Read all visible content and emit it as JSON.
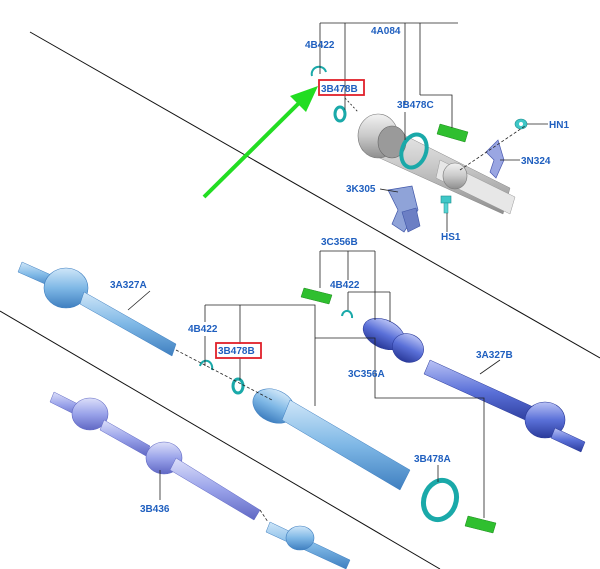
{
  "colors": {
    "label_blue": "#1f5fbf",
    "highlight_red": "#e0202a",
    "arrow_green": "#22dd22",
    "cyan_part": "#35c8c8",
    "shaft_light_blue": "#8fc3e8",
    "shaft_dark_blue": "#4a63c7",
    "shaft_lavender": "#9aa0e6",
    "gray_part": "#b0b0b0"
  },
  "labels": {
    "l_4a084": "4A084",
    "l_4b422_top": "4B422",
    "l_3b478b_top": "3B478B",
    "l_3b478c": "3B478C",
    "l_hn1": "HN1",
    "l_3n324": "3N324",
    "l_3k305": "3K305",
    "l_hs1": "HS1",
    "l_3c356b": "3C356B",
    "l_4b422_mid": "4B422",
    "l_3a327a": "3A327A",
    "l_4b422_left": "4B422",
    "l_3b478b_mid": "3B478B",
    "l_3a327b": "3A327B",
    "l_3c356a": "3C356A",
    "l_3b478a": "3B478A",
    "l_3b436": "3B436"
  },
  "icons": {
    "callout_arrow": "green-arrow-icon",
    "highlight_box": "red-highlight-box-icon"
  }
}
